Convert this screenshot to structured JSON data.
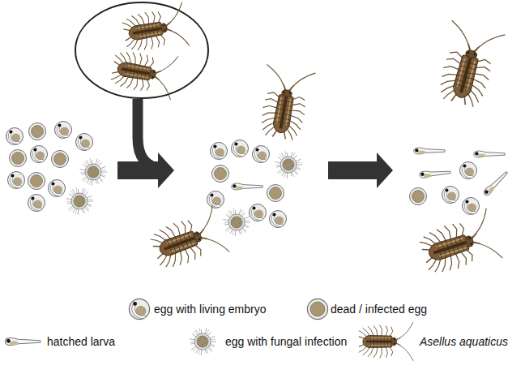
{
  "diagram": {
    "legend": [
      {
        "text": "egg with living embryo"
      },
      {
        "text": "dead / infected egg"
      },
      {
        "text": "hatched larva"
      },
      {
        "text": "egg with fungal infection"
      },
      {
        "text": "Asellus aquaticus"
      }
    ]
  }
}
